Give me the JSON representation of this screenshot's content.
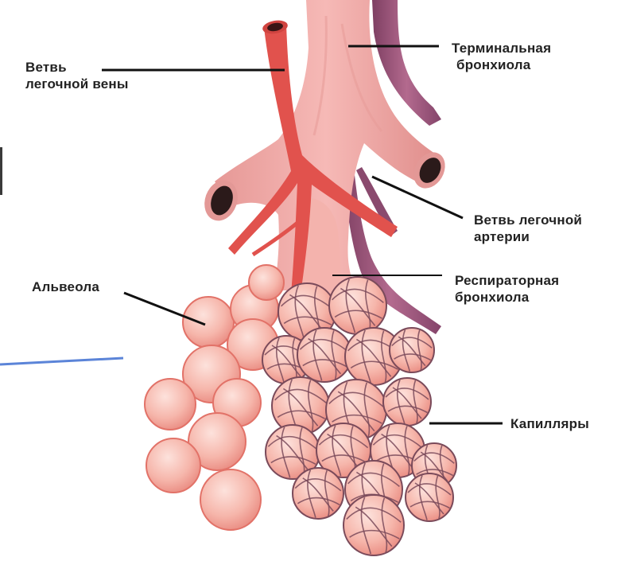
{
  "labels": {
    "vein": {
      "line1": "Ветвь",
      "line2": "легочной вены"
    },
    "terminal": {
      "line1": "Терминальная",
      "line2": "бронхиола"
    },
    "artery": {
      "line1": "Ветвь легочной",
      "line2": "артерии"
    },
    "alveola": {
      "line1": "Альвеола"
    },
    "respiratory": {
      "line1": "Респираторная",
      "line2": "бронхиола"
    },
    "capillaries": {
      "line1": "Капилляры"
    }
  },
  "colors": {
    "bronchiole": "#f1aba8",
    "bronchiole_shade": "#d98a88",
    "vein": "#e2504c",
    "artery": "#9a5478",
    "alveolus": "#f6b6ab",
    "alveolus_edge": "#e67a70",
    "capillary": "#7a4a5a",
    "leader_line": "#111111",
    "blue_line": "#5b84d8"
  }
}
